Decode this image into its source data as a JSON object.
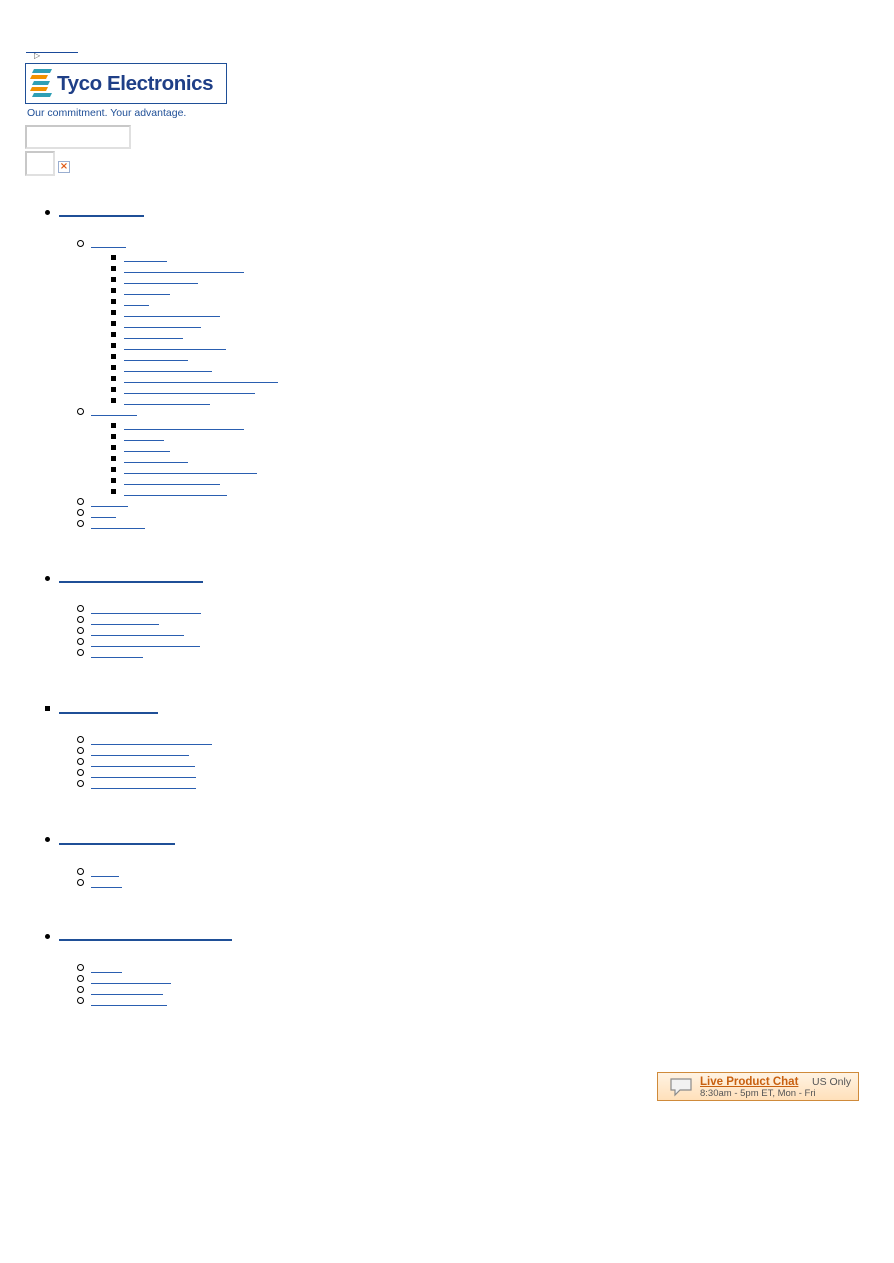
{
  "header": {
    "logo_text": "Tyco Electronics",
    "tagline": "Our commitment. Your advantage.",
    "search_value": "",
    "broken_image_glyph": "×",
    "skip_icon_glyph": "▷"
  },
  "colors": {
    "brand_blue": "#1f3f87",
    "brand_orange": "#f29100",
    "brand_teal": "#2f9fb5",
    "link_blue": "#2a5eb0",
    "chat_orange": "#c86010"
  },
  "nav": {
    "sections": [
      {
        "bullet": "disc",
        "children": [
          {
            "children": 14
          },
          {
            "children": 7
          },
          {
            "children": 0
          },
          {
            "children": 0
          },
          {
            "children": 0
          }
        ]
      },
      {
        "bullet": "disc",
        "children": [
          {
            "children": 0
          },
          {
            "children": 0
          },
          {
            "children": 0
          },
          {
            "children": 0
          },
          {
            "children": 0
          }
        ]
      },
      {
        "bullet": "square",
        "children": [
          {
            "children": 0
          },
          {
            "children": 0
          },
          {
            "children": 0
          },
          {
            "children": 0
          },
          {
            "children": 0
          }
        ]
      },
      {
        "bullet": "disc",
        "children": [
          {
            "children": 0
          },
          {
            "children": 0
          }
        ]
      },
      {
        "bullet": "disc",
        "children": [
          {
            "children": 0
          },
          {
            "children": 0
          },
          {
            "children": 0
          },
          {
            "children": 0
          }
        ]
      }
    ]
  },
  "chat": {
    "title": "Live Product Chat",
    "region": "US Only",
    "hours": "8:30am - 5pm ET, Mon - Fri",
    "icon": "speech-bubble-icon"
  }
}
